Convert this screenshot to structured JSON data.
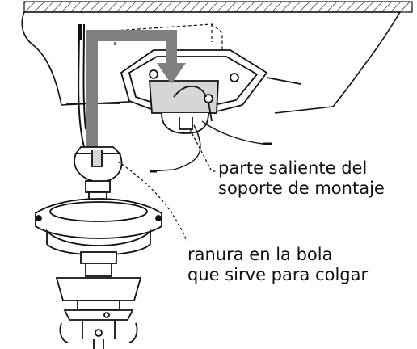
{
  "labels": {
    "bracket_tab": {
      "line1": "parte saliente del",
      "line2": "soporte de montaje"
    },
    "ball_slot": {
      "line1": "ranura en la bola",
      "line2": "que sirve para colgar"
    }
  },
  "colors": {
    "ink": "#111111",
    "arrow": "#808080",
    "shade": "#d6d6d6",
    "paper": "#ffffff"
  },
  "icons": {
    "insertion_arrow": "insertion-arrow-icon",
    "ceiling_hatch": "ceiling-hatch-icon"
  }
}
